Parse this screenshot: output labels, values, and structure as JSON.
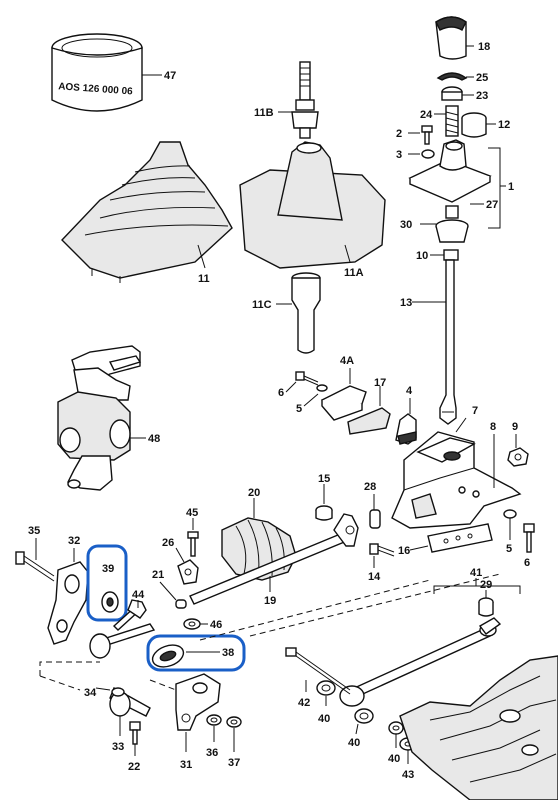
{
  "stamp": {
    "text": "AOS 126 000 06"
  },
  "labels": {
    "p1": "1",
    "p2": "2",
    "p3": "3",
    "p4": "4",
    "p4A": "4A",
    "p5a": "5",
    "p5b": "5",
    "p6a": "6",
    "p6b": "6",
    "p7": "7",
    "p8": "8",
    "p9": "9",
    "p10": "10",
    "p11": "11",
    "p11A": "11A",
    "p11B": "11B",
    "p11C": "11C",
    "p12": "12",
    "p13": "13",
    "p14": "14",
    "p15": "15",
    "p16": "16",
    "p17": "17",
    "p18": "18",
    "p19": "19",
    "p20": "20",
    "p21": "21",
    "p22": "22",
    "p23": "23",
    "p24": "24",
    "p25": "25",
    "p26": "26",
    "p27": "27",
    "p28": "28",
    "p29": "29",
    "p30": "30",
    "p31": "31",
    "p32": "32",
    "p33": "33",
    "p34": "34",
    "p35": "35",
    "p36": "36",
    "p37": "37",
    "p38": "38",
    "p39": "39",
    "p40a": "40",
    "p40b": "40",
    "p40c": "40",
    "p41": "41",
    "p42": "42",
    "p43": "43",
    "p44": "44",
    "p45": "45",
    "p46": "46",
    "p47": "47",
    "p48": "48"
  },
  "highlight_color": "#1a5fc7"
}
